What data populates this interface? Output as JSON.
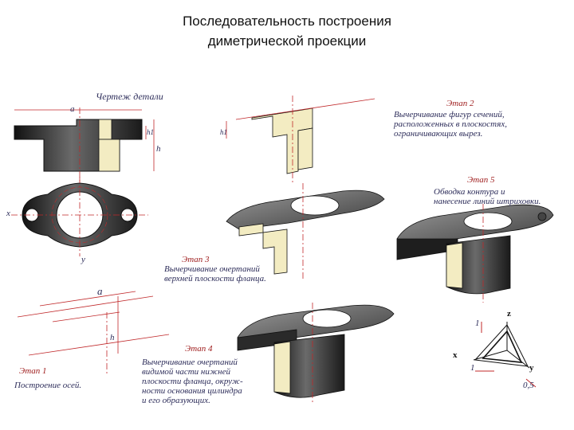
{
  "slide": {
    "title_line1": "Последовательность построения",
    "title_line2": "диметрической проекции"
  },
  "labels": {
    "drawing": "Чертеж детали",
    "stage1": "Этап 1",
    "stage1_desc": "Построение осей.",
    "stage2": "Этап 2",
    "stage2_desc": "Вычерчивание фигур сечений,\nрасположенных в плоскостях,\nограничивающих вырез.",
    "stage3": "Этап 3",
    "stage3_desc": "Вычерчивание очертаний\nверхней плоскости фланца.",
    "stage4": "Этап 4",
    "stage4_desc": "Вычерчивание очертаний\nвидимой части нижней\nплоскости фланца, окруж-\nности основания цилиндра\nи его образующих.",
    "stage5": "Этап 5",
    "stage5_desc": "Обводка контура и\nнанесение линий штриховки."
  },
  "dims": {
    "a": "a",
    "h": "h",
    "h1": "h1",
    "x": "x",
    "y": "y",
    "z": "z",
    "scale_1": "1",
    "scale_05": "0,5"
  },
  "colors": {
    "dark": "#2b2b2b",
    "section": "#f3ecc2",
    "dim_line": "#c0282a",
    "text": "#2d2d5a"
  }
}
